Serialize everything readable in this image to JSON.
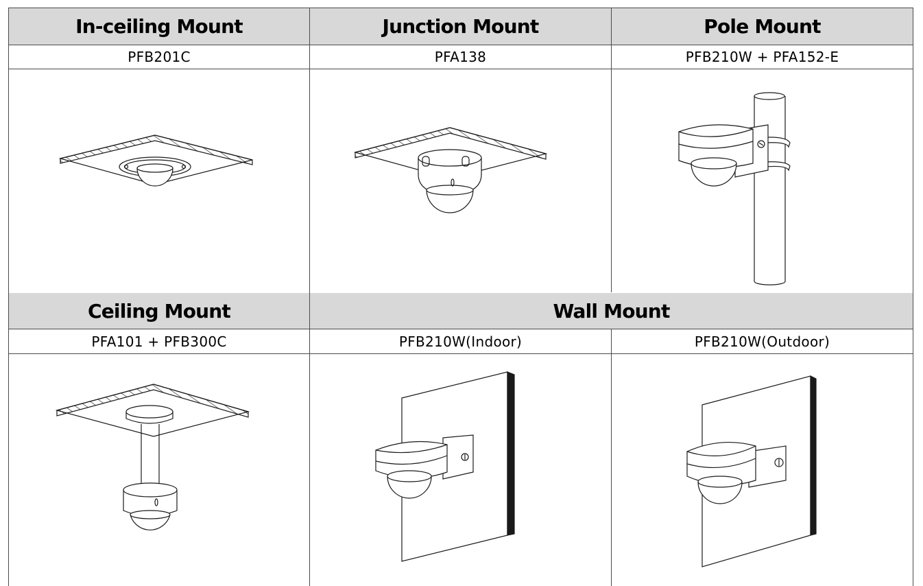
{
  "table": {
    "row1": {
      "headers": [
        "In-ceiling Mount",
        "Junction Mount",
        "Pole Mount"
      ],
      "models": [
        "PFB201C",
        "PFA138",
        "PFB210W + PFA152-E"
      ]
    },
    "row2": {
      "headers": [
        "Ceiling Mount",
        "Wall Mount"
      ],
      "models": [
        "PFA101 + PFB300C",
        "PFB210W(Indoor)",
        "PFB210W(Outdoor)"
      ]
    }
  },
  "colors": {
    "header_bg": "#d8d8d8",
    "grid": "#4a4a4a",
    "drawing": "#1a1a1a"
  }
}
